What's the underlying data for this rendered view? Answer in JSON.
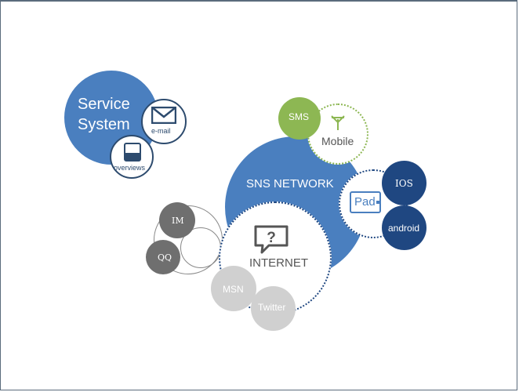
{
  "colors": {
    "blue": "#4a7fbf",
    "navy": "#1f4781",
    "green": "#8db753",
    "gray_dark": "#6f6f6f",
    "gray_light": "#d0d0d0",
    "outline": "#2d4b6e"
  },
  "service": {
    "title_line1": "Service",
    "title_line2": "System",
    "email_label": "e-mail",
    "overviews_label": "overviews"
  },
  "sns": {
    "title": "SNS NETWORK"
  },
  "mobile": {
    "sms_label": "SMS",
    "mobile_label": "Mobile"
  },
  "pad": {
    "pad_label": "Pad",
    "ios_label": "IOS",
    "android_label": "android"
  },
  "internet": {
    "internet_label": "INTERNET",
    "msn_label": "MSN",
    "twitter_label": "Twitter"
  },
  "im": {
    "im_label": "IM",
    "qq_label": "QQ"
  },
  "icons": [
    "envelope-icon",
    "window-icon",
    "antenna-icon",
    "question-bubble-icon"
  ]
}
